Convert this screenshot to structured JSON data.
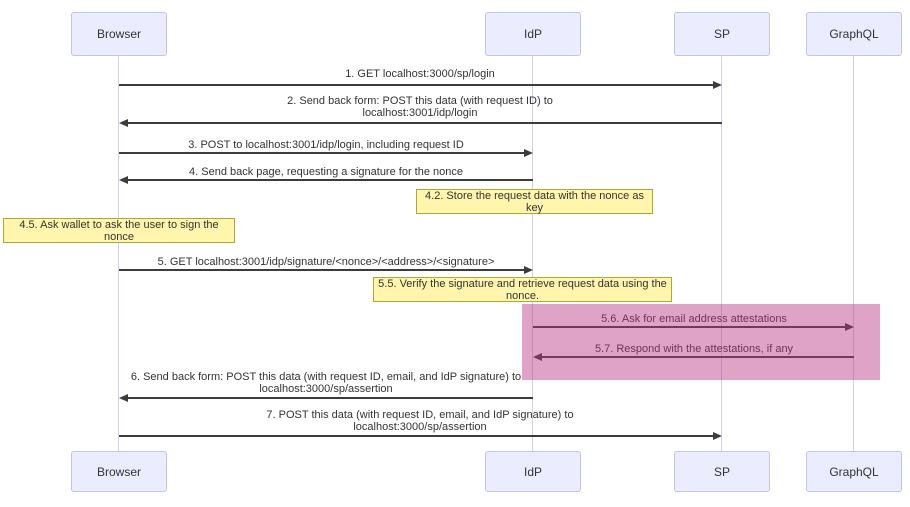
{
  "colors": {
    "actor-fill": "#ECECFF",
    "actor-border": "#c3c3e6",
    "note-fill": "#FFF5AD",
    "note-border": "#AAAA33",
    "line": "#3c3c3c",
    "lifeline": "#d0d0e8",
    "text": "#333333",
    "highlight-rgba": "rgba(181, 50, 128, 0.45)"
  },
  "participants": [
    {
      "name": "Browser"
    },
    {
      "name": "IdP"
    },
    {
      "name": "SP"
    },
    {
      "name": "GraphQL"
    }
  ],
  "messages": [
    {
      "from": "Browser",
      "to": "SP",
      "label": "1. GET localhost:3000/sp/login"
    },
    {
      "from": "SP",
      "to": "Browser",
      "label": "2. Send back form: POST this data (with request ID) to\nlocalhost:3001/idp/login"
    },
    {
      "from": "Browser",
      "to": "IdP",
      "label": "3. POST to localhost:3001/idp/login, including request ID"
    },
    {
      "from": "IdP",
      "to": "Browser",
      "label": "4. Send back page, requesting a signature for the nonce"
    },
    {
      "from": "Browser",
      "to": "IdP",
      "label": "5. GET localhost:3001/idp/signature/<nonce>/<address>/<signature>"
    },
    {
      "from": "IdP",
      "to": "GraphQL",
      "label": "5.6. Ask for email address attestations"
    },
    {
      "from": "GraphQL",
      "to": "IdP",
      "label": "5.7. Respond with the attestations, if any"
    },
    {
      "from": "IdP",
      "to": "Browser",
      "label": "6. Send back form: POST this data (with request ID, email, and IdP signature) to\nlocalhost:3000/sp/assertion"
    },
    {
      "from": "Browser",
      "to": "SP",
      "label": "7. POST this data (with request ID, email, and IdP signature) to\nlocalhost:3000/sp/assertion"
    }
  ],
  "notes": [
    {
      "over": "IdP",
      "label": "4.2. Store the request data with the nonce as key"
    },
    {
      "over": "Browser",
      "label": "4.5. Ask wallet to ask the user to sign the nonce"
    },
    {
      "over": "IdP",
      "label": "5.5. Verify the signature and retrieve request data using the nonce."
    }
  ]
}
